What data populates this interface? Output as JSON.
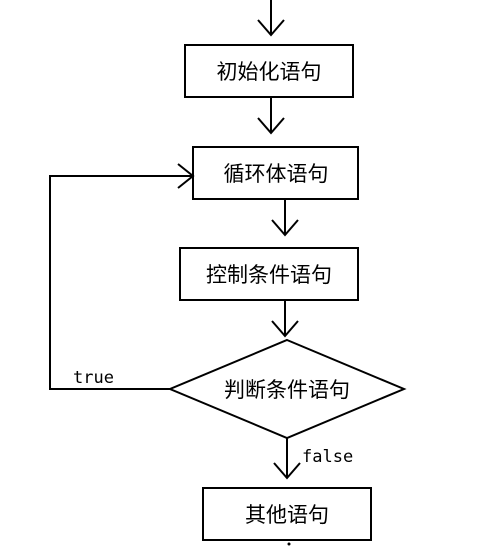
{
  "nodes": {
    "init": "初始化语句",
    "loop_body": "循环体语句",
    "control": "控制条件语句",
    "condition": "判断条件语句",
    "other": "其他语句"
  },
  "edges": {
    "true_label": "true",
    "false_label": "false"
  },
  "colors": {
    "stroke": "#000000",
    "background": "#ffffff"
  }
}
